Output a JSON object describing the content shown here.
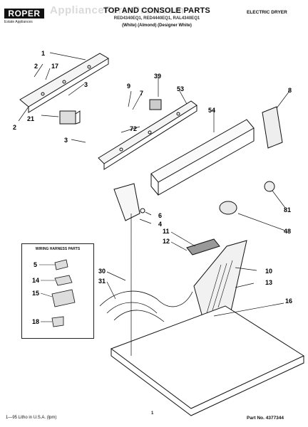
{
  "header": {
    "brand": "ROPER",
    "brand_sub": "Estate Appliances",
    "watermark": "AppliancePartsPros.com",
    "title": "TOP AND CONSOLE PARTS",
    "models": "RED4340EQ1, RED4440EQ1, RAL4340EQ1",
    "colors": "(White)     (Almond) (Designer White)",
    "doc_type": "ELECTRIC DRYER"
  },
  "callouts": [
    "1",
    "2",
    "17",
    "3",
    "2",
    "21",
    "72",
    "3",
    "39",
    "9",
    "7",
    "53",
    "54",
    "8",
    "6",
    "4",
    "81",
    "48",
    "11",
    "12",
    "10",
    "13",
    "30",
    "31",
    "16",
    "5",
    "14",
    "15",
    "18"
  ],
  "inset": {
    "title": "WIRING HARNESS PARTS"
  },
  "footer": {
    "litho": "1—95 Litho in U.S.A. (lpm)",
    "page": "1",
    "part_no": "Part No. 4377344"
  }
}
